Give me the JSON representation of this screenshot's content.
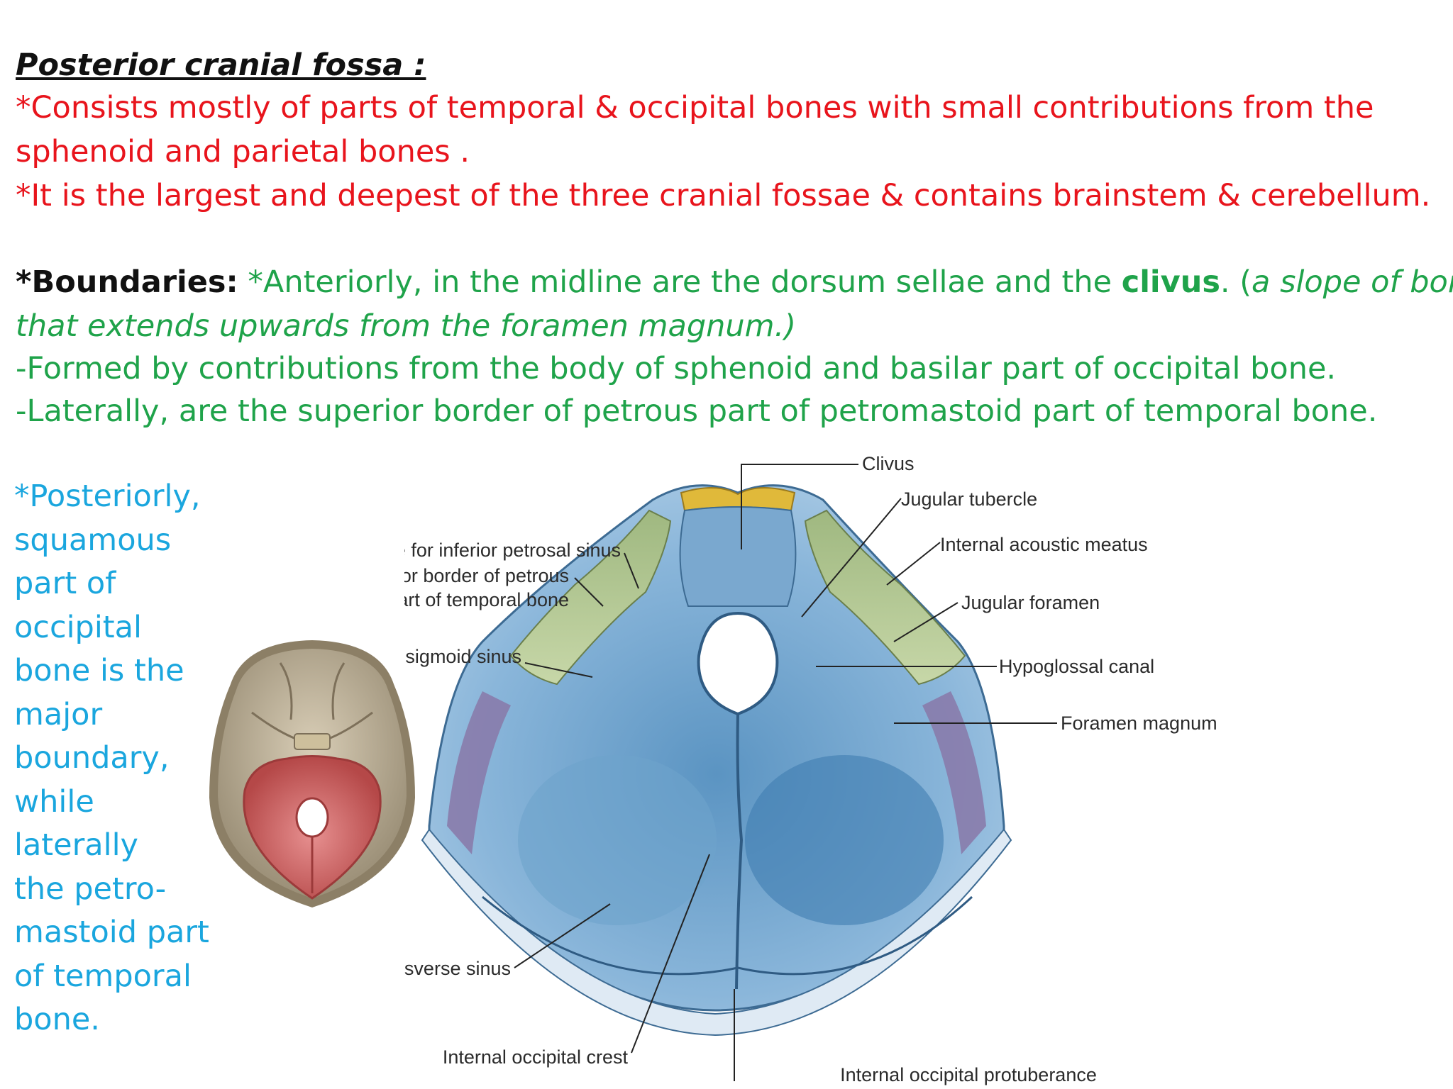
{
  "title": "Posterior cranial fossa :",
  "intro": {
    "line1": "  *Consists mostly of parts of temporal & occipital bones with small contributions from the",
    "line2": "sphenoid and parietal bones .",
    "line3": "  *It is the largest and deepest of the three cranial fossae & contains  brainstem &  cerebellum."
  },
  "boundaries": {
    "label": " *Boundaries:",
    "anterior_pre": " *Anteriorly, in the midline are the dorsum sellae and the ",
    "clivus": "clivus",
    "anterior_post": ". (",
    "slope1": "a slope of bone",
    "slope2": "that extends upwards from the foramen magnum.)",
    "formed": " -Formed by contributions from the body of sphenoid and basilar part of occipital bone.",
    "lateral": " -Laterally, are the superior border of petrous part of petromastoid part of temporal bone."
  },
  "posterior_lines": [
    "*Posteriorly,",
    "squamous",
    "part of",
    "occipital",
    "bone is the",
    "major",
    "boundary,",
    "while",
    "laterally",
    "the petro-",
    "mastoid part",
    "of temporal",
    "bone."
  ],
  "figure_labels": {
    "clivus": "Clivus",
    "jugular_tubercle": "Jugular tubercle",
    "internal_acoustic_meatus": "Internal acoustic meatus",
    "jugular_foramen": "Jugular foramen",
    "hypoglossal_canal": "Hypoglossal canal",
    "groove_inferior_petrosal": "Groove for inferior petrosal sinus",
    "superior_border_1": "Superior border of petrous",
    "superior_border_2": "part of temporal bone",
    "groove_sigmoid": "Groove for sigmoid sinus",
    "groove_transverse": "Groove for transverse sinus",
    "foramen_magnum": "Foramen magnum",
    "internal_occipital_crest": "Internal occipital crest",
    "internal_occipital_protuberance": "Internal occipital protuberance"
  },
  "colors": {
    "red_text": "#e8141c",
    "green_text": "#1fa34a",
    "blue_text": "#1aa6de",
    "fossa_blue": "#8fb8d8",
    "petrous_green": "#b9cc9a",
    "clivus_yellow": "#e0b93a",
    "skull_red": "#cc6565"
  }
}
